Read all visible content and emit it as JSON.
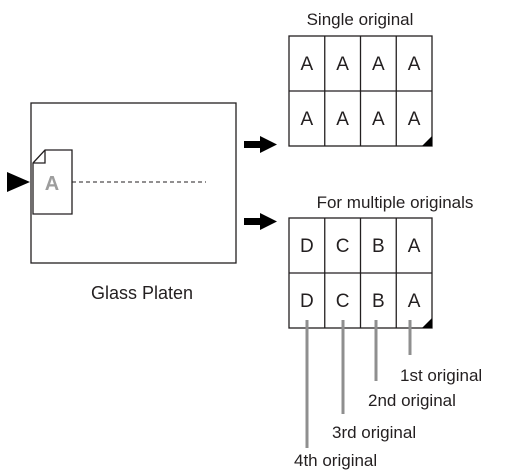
{
  "platen": {
    "label": "Glass Platen",
    "original_letter": "A"
  },
  "single": {
    "title": "Single original",
    "rows": [
      [
        "A",
        "A",
        "A",
        "A"
      ],
      [
        "A",
        "A",
        "A",
        "A"
      ]
    ]
  },
  "multiple": {
    "title": "For multiple originals",
    "rows": [
      [
        "D",
        "C",
        "B",
        "A"
      ],
      [
        "D",
        "C",
        "B",
        "A"
      ]
    ],
    "callouts": [
      "1st original",
      "2nd original",
      "3rd original",
      "4th original"
    ]
  }
}
